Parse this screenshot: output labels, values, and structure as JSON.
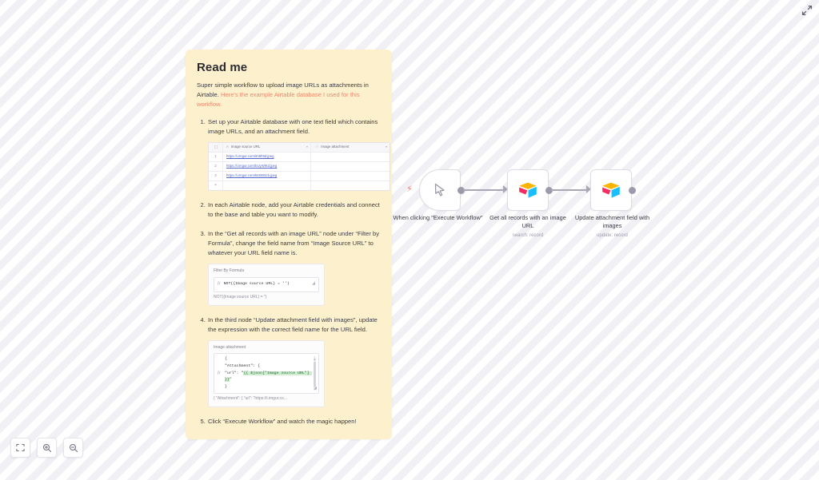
{
  "window": {
    "expand_icon": "expand-arrows-icon"
  },
  "controls": {
    "fit_view": {
      "icon": "fit-to-view-icon",
      "label": "Zoom to fit"
    },
    "zoom_in": {
      "icon": "zoom-in-icon",
      "label": "Zoom in"
    },
    "zoom_out": {
      "icon": "zoom-out-icon",
      "label": "Zoom out"
    }
  },
  "sticky": {
    "title": "Read me",
    "intro_text": "Super simple workflow to upload image URLs as attachments in Airtable. ",
    "intro_link": "Here's the example Airtable database I used for this workflow.",
    "link_color": "#f2856a",
    "background_color": "#fdf1cd",
    "steps": [
      "Set up your Airtable database with one text field which contains image URLs, and an attachment field.",
      "In each Airtable node, add your Airtable credentials and connect to the base and table you want to modify.",
      "In the “Get all records with an image URL” node under “Filter by Formula”, change the field name from “Image Source URL” to whatever your URL field name is.",
      "In the third node “Update attachment field with images”, update the expression with the correct field name for the URL field.",
      "Click “Execute Workflow” and watch the magic happen!"
    ]
  },
  "airtable_table": {
    "columns": [
      {
        "icon": "text-field-icon",
        "label": "Image source URL"
      },
      {
        "icon": "attachment-field-icon",
        "label": "Image attachment"
      }
    ],
    "rows": [
      {
        "num": "1",
        "url": "https://i.imgur.com/itn8h9d.jpeg",
        "attachment": ""
      },
      {
        "num": "2",
        "url": "https://i.imgur.com/bUyWlKd.jpeg",
        "attachment": ""
      },
      {
        "num": "3",
        "url": "https://i.imgur.com/kKB0Dcb.jpeg",
        "attachment": ""
      }
    ],
    "add_row_label": "+"
  },
  "formula_widget": {
    "label": "Filter By Formula",
    "fx_symbol": "fx",
    "code": "NOT({Image source URL} = '')",
    "result": "NOT({Image source URL} = '')"
  },
  "expression_widget": {
    "label": "Image attachment",
    "fx_symbol": "fx",
    "code_line1": "{",
    "code_line2": "\"Attachment\": {",
    "code_line3_pre": "\"url\": \"",
    "code_line3_hl": "{{ $json[\"Image source URL\"] }}",
    "code_line3_post": "\"",
    "code_line4": "}",
    "result": "{ \"Attachment\": { \"url\": \"https://i.imgur.co..."
  },
  "workflow": {
    "nodes": [
      {
        "label": "When clicking \"Execute Workflow\"",
        "subtitle": "",
        "icon": "cursor-pointer-icon",
        "badge": "lightning-bolt-icon",
        "type": "trigger"
      },
      {
        "label": "Get all records with an image URL",
        "subtitle": "search: record",
        "icon": "airtable-icon",
        "type": "action"
      },
      {
        "label": "Update attachment field with images",
        "subtitle": "update: record",
        "icon": "airtable-icon",
        "type": "action"
      }
    ]
  }
}
